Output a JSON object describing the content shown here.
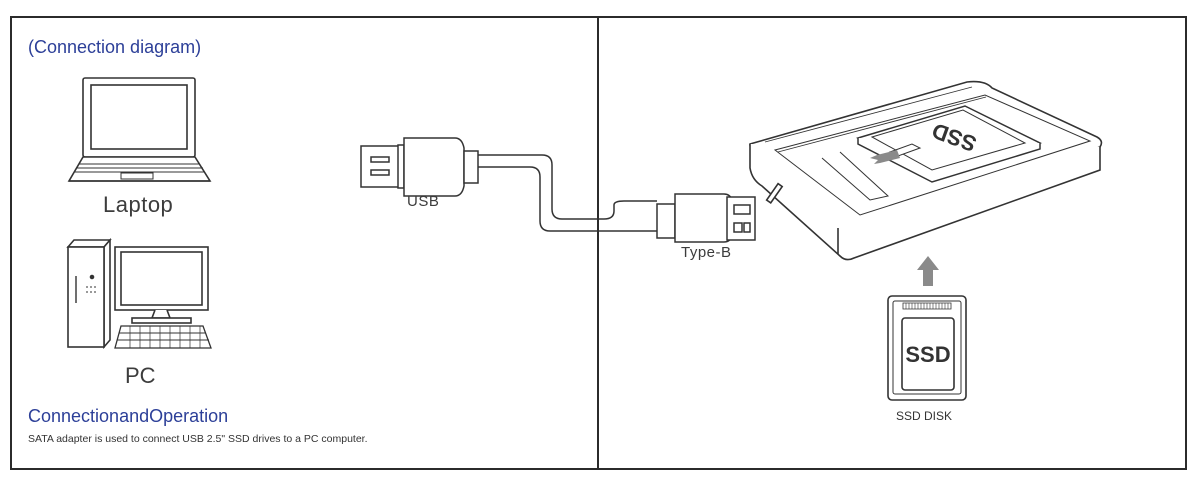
{
  "heading": "(Connection diagram)",
  "devices": {
    "laptop_label": "Laptop",
    "pc_label": "PC"
  },
  "cable": {
    "usb_label": "USB",
    "typeb_label": "Type-B"
  },
  "enclosure": {
    "lid_ssd_text": "SSD",
    "disk_ssd_text": "SSD",
    "disk_label": "SSD DISK"
  },
  "operation": {
    "title": "ConnectionandOperation",
    "description": "SATA adapter is used to connect USB 2.5\" SSD drives to a PC computer."
  },
  "colors": {
    "accent_text": "#2c3f98",
    "line": "#2b2b2b",
    "arrow": "#8a8a8a"
  }
}
